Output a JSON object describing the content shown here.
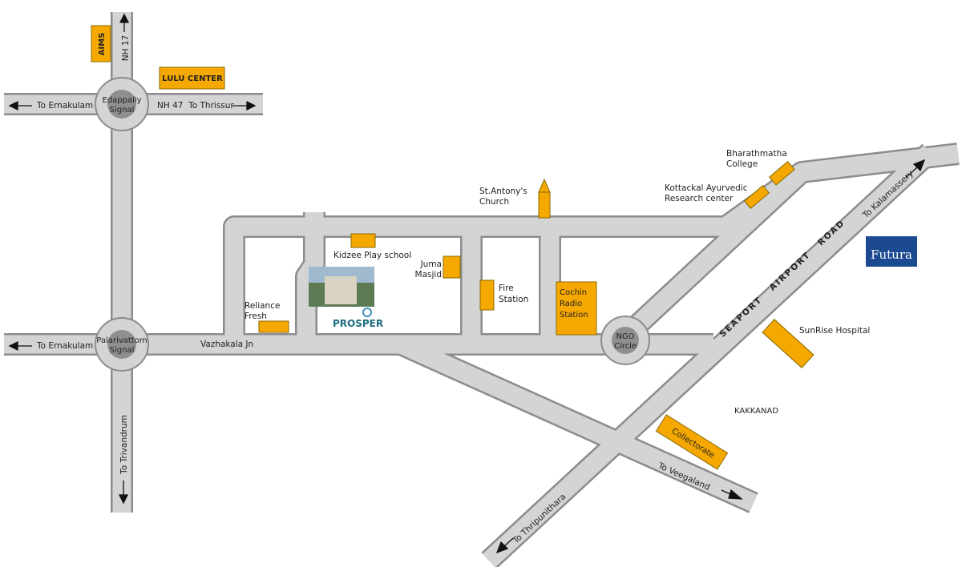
{
  "title": "",
  "colors": {
    "road": "#d4d4d4",
    "road_edge": "#8c8c8c",
    "landmark": "#f5a800",
    "circle": "#8f8f8f"
  },
  "roads": {
    "nh17": "NH 17",
    "to_ernakulam_top": "To Ernakulam",
    "nh47": "NH 47  To Thrissur",
    "to_ernakulam_bottom": "To Ernakulam",
    "vazhakala": "Vazhakala Jn",
    "to_trivandrum": "To Trivandrum",
    "seaport": "SEAPORT   AIRPORT   ROAD",
    "to_kalamassery": "To Kalamassery",
    "to_veegaland": "To Veegaland",
    "to_thripunithara": "To Thripunithara"
  },
  "junctions": {
    "edappally": [
      "Edappally",
      "Signal"
    ],
    "palarivattom": [
      "Palarivattom",
      "Signal"
    ],
    "ngo": [
      "NGO",
      "Circle"
    ]
  },
  "landmarks": {
    "aims": "AIMS",
    "lulu": "LULU CENTER",
    "reliance": [
      "Reliance",
      "Fresh"
    ],
    "kidzee": "Kidzee Play school",
    "juma": [
      "Juma",
      "Masjid"
    ],
    "fire": [
      "Fire",
      "Station"
    ],
    "cochin_radio": [
      "Cochin",
      "Radio",
      "Station"
    ],
    "st_antony": [
      "St.Antony's",
      "Church"
    ],
    "kottackal": [
      "Kottackal Ayurvedic",
      "Research center"
    ],
    "bharathmatha": [
      "Bharathmatha",
      "College"
    ],
    "sunrise": "SunRise Hospital",
    "kakkanad": "KAKKANAD",
    "collectorate": "Collectorate"
  },
  "project": {
    "logo_text": "PROSPER",
    "brand": "Futura"
  }
}
